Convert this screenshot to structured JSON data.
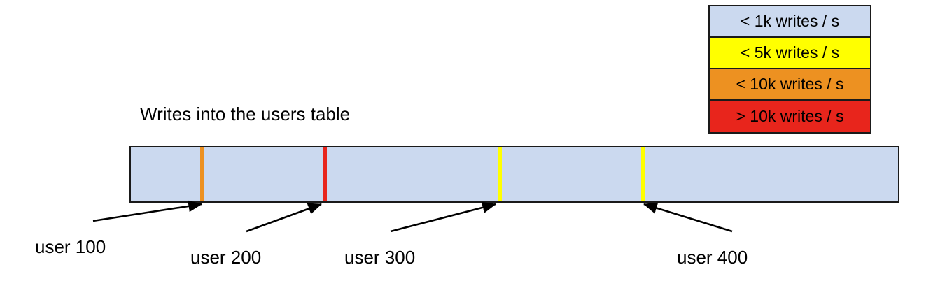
{
  "chart_data": {
    "type": "bar",
    "title": "Writes into the users table",
    "subtitle": "",
    "xlabel": "",
    "ylabel": "",
    "orientation": "horizontal",
    "description": "A single horizontal range bar representing the users table keyspace, shaded by write throughput, with coloured marker lines at four user boundaries.",
    "base_color": "#cbd9ef",
    "base_category": "< 1k writes / s",
    "markers": [
      {
        "label": "user 100",
        "position_pct": 9.4,
        "color": "#ed9121",
        "category": "< 10k writes / s"
      },
      {
        "label": "user 200",
        "position_pct": 25.1,
        "color": "#e8251c",
        "category": "> 10k writes / s"
      },
      {
        "label": "user 300",
        "position_pct": 47.8,
        "color": "#ffff00",
        "category": "< 5k writes / s"
      },
      {
        "label": "user 400",
        "position_pct": 66.4,
        "color": "#ffff00",
        "category": "< 5k writes / s"
      }
    ],
    "legend": {
      "position": "top-right",
      "entries": [
        {
          "label": "< 1k writes / s",
          "color": "#cbd9ef"
        },
        {
          "label": "< 5k writes / s",
          "color": "#ffff00"
        },
        {
          "label": "< 10k writes / s",
          "color": "#ed9121"
        },
        {
          "label": "> 10k writes / s",
          "color": "#e8251c"
        }
      ]
    },
    "annotations": [
      {
        "text": "user 100",
        "points_to": "orange marker"
      },
      {
        "text": "user 200",
        "points_to": "red marker"
      },
      {
        "text": "user 300",
        "points_to": "first yellow marker"
      },
      {
        "text": "user 400",
        "points_to": "second yellow marker"
      }
    ]
  },
  "colors": {
    "outline": "#1a1a1a",
    "background": "#ffffff",
    "blue": "#cbd9ef",
    "yellow": "#ffff00",
    "orange": "#ed9121",
    "red": "#e8251c"
  }
}
